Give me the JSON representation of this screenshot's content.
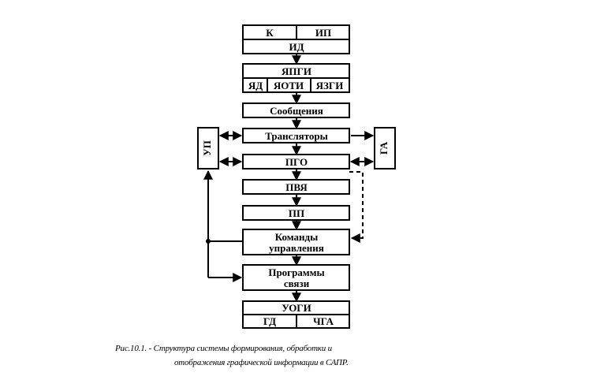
{
  "diagram": {
    "k": "К",
    "ip": "ИП",
    "id": "ИД",
    "yapgi": "ЯПГИ",
    "yad": "ЯД",
    "yaoti": "ЯОТИ",
    "yazgi": "ЯЗГИ",
    "soobshcheniya": "Сообщения",
    "translyatory": "Трансляторы",
    "pgo": "ПГО",
    "pvya": "ПВЯ",
    "pp": "ПП",
    "komandy_1": "Команды",
    "komandy_2": "управления",
    "programmy_1": "Программы",
    "programmy_2": "связи",
    "ogi": "УОГИ",
    "gd": "ГД",
    "cga": "ЧГА",
    "up": "УП",
    "ga": "ГА"
  },
  "caption": {
    "line1": "Рис.10.1. - Структура системы формирования, обработки и",
    "line2": "отображения графической информации в САПР."
  }
}
